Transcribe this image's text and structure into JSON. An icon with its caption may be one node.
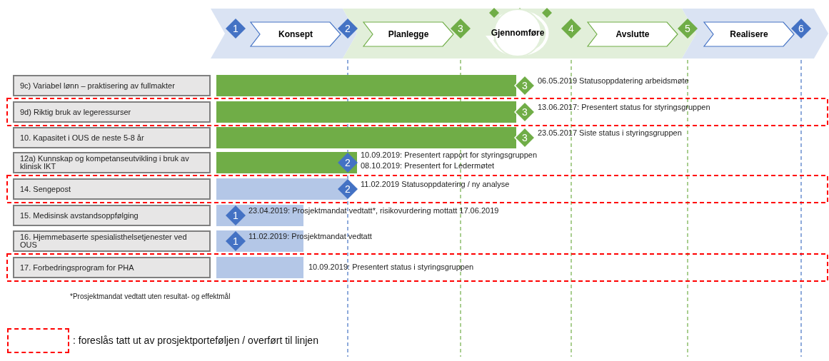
{
  "diagram": {
    "nodes": [
      {
        "text": [
          "1"
        ]
      },
      {
        "text": [
          "Konsept"
        ]
      },
      {
        "text": [
          "2"
        ]
      },
      {
        "text": [
          "Planlegge"
        ]
      },
      {
        "text": [
          "3"
        ]
      },
      {
        "text": [
          "Gjennomføre"
        ]
      },
      {
        "text": [
          "4"
        ]
      },
      {
        "text": [
          "Avslutte"
        ]
      },
      {
        "text": [
          "5"
        ]
      },
      {
        "text": [
          "Realisere"
        ]
      },
      {
        "text": [
          "6"
        ]
      },
      {
        "text": [
          "9c) Variabel lønn – praktisering av fullmakter"
        ]
      },
      {
        "text": [
          "9d) Riktig bruk av legeressurser"
        ]
      },
      {
        "text": [
          "10. Kapasitet i OUS de neste 5-8 år"
        ]
      },
      {
        "text": [
          "12a) Kunnskap og kompetanseutvikling i bruk av klinisk IKT"
        ]
      },
      {
        "text": [
          "14. Sengepost"
        ]
      },
      {
        "text": [
          "15. Medisinsk avstandsoppfølging"
        ]
      },
      {
        "text": [
          "16. Hjemmebaserte spesialisthelsetjenester ved OUS"
        ]
      },
      {
        "text": [
          "17. Forbedringsprogram for PHA"
        ]
      },
      {
        "text": [
          "3"
        ],
        "beside": [
          "06.05.2019 Statusoppdatering arbeidsmøte"
        ]
      },
      {
        "text": [
          "3"
        ],
        "beside": [
          "13.06.2017: Presentert status for styringsgruppen"
        ]
      },
      {
        "text": [
          "3"
        ],
        "beside": [
          "23.05.2017 Siste status i styringsgruppen"
        ]
      },
      {
        "text": [
          "2"
        ],
        "beside": [
          "10.09.2019: Presentert rapport for styringsgruppen",
          "08.10.2019: Presentert for Ledermøtet"
        ]
      },
      {
        "text": [
          "2"
        ],
        "beside": [
          "11.02.2019 Statusoppdatering / ny analyse"
        ]
      },
      {
        "text": [
          "1"
        ],
        "beside": [
          "23.04.2019: Prosjektmandat vedtatt*, risikovurdering mottatt 17.06.2019"
        ]
      },
      {
        "text": [
          "1"
        ],
        "beside": [
          "11.02.2019: Prosjektmandat vedtatt"
        ]
      }
    ],
    "labels": [
      "10.09.2019: Presentert status i styringsgruppen",
      "*Prosjektmandat vedtatt uten resultat- og effektmål"
    ],
    "legend": [
      {
        "text": ": foreslås tatt ut av prosjektporteføljen / overført til linjen"
      }
    ]
  }
}
